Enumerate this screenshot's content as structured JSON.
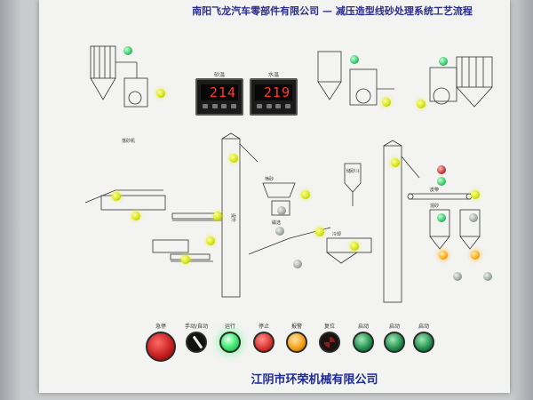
{
  "panel": {
    "title": "南阳飞龙汽车零部件有限公司 — 减压造型线砂处理系统工艺流程",
    "footer": "江阴市环荣机械有限公司"
  },
  "meters": [
    {
      "caption": "砂温",
      "value": "214"
    },
    {
      "caption": "水温",
      "value": "219"
    }
  ],
  "controls": [
    {
      "caption": "急停",
      "style": "estop"
    },
    {
      "caption": "手动/自动",
      "style": "selector"
    },
    {
      "caption": "运行",
      "style": "lit-green"
    },
    {
      "caption": "停止",
      "style": "red"
    },
    {
      "caption": "报警",
      "style": "amber"
    },
    {
      "caption": "复位",
      "style": "dark"
    },
    {
      "caption": "启动",
      "style": "green"
    },
    {
      "caption": "启动",
      "style": "green"
    },
    {
      "caption": "启动",
      "style": "green"
    }
  ],
  "machine_labels": {
    "storage_hopper": "储砂斗",
    "shakeout": "落砂机",
    "sieve": "筛砂",
    "elevator": "提升",
    "belt": "皮带",
    "magnet": "磁选",
    "cooler": "冷却",
    "mixer": "混砂"
  },
  "colors": {
    "lamp_yellow": "#d8e51a",
    "lamp_orange": "#ffae1a",
    "title_blue": "#2a2f8a",
    "footer_blue": "#1c2a9a"
  }
}
